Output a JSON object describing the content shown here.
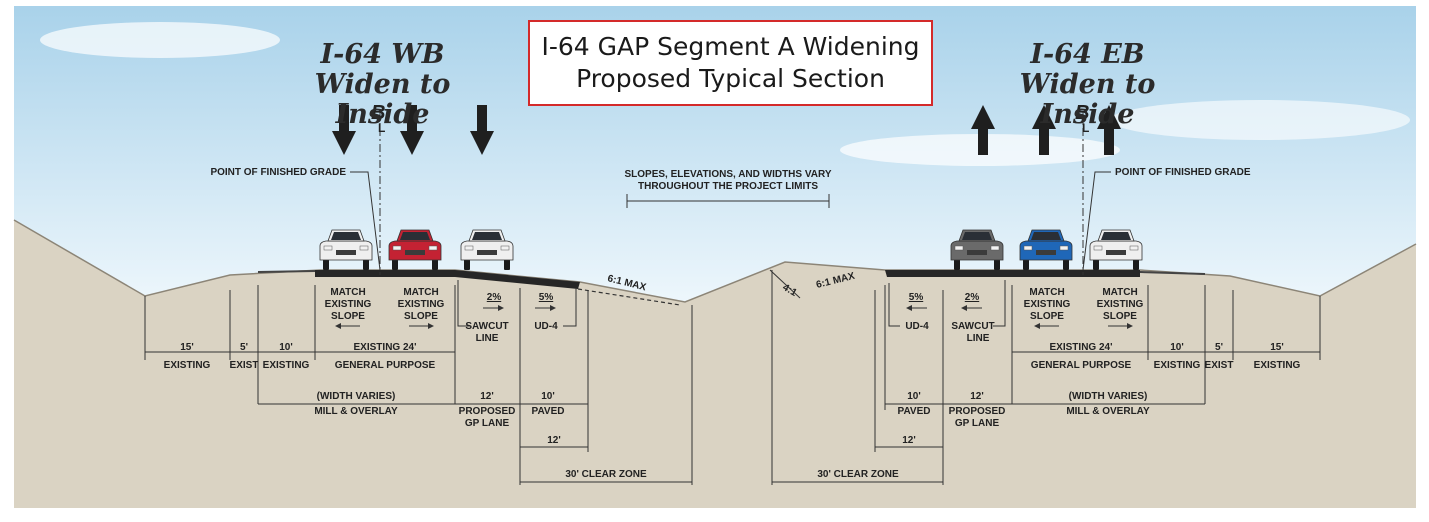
{
  "title": {
    "line1": "I-64 GAP Segment A Widening",
    "line2": "Proposed Typical Section"
  },
  "wb": {
    "title1": "I-64 WB",
    "title2": "Widen to Inside"
  },
  "eb": {
    "title1": "I-64 EB",
    "title2": "Widen to Inside"
  },
  "centerline": "B",
  "centerline_sub": "L",
  "finished_grade": "POINT OF FINISHED GRADE",
  "note": {
    "line1": "SLOPES, ELEVATIONS, AND WIDTHS VARY",
    "line2": "THROUGHOUT THE PROJECT LIMITS"
  },
  "slopes": {
    "max61": "6:1 MAX",
    "ratio41": "4:1",
    "pct2": "2%",
    "pct5": "5%"
  },
  "labels": {
    "match1": "MATCH",
    "match2": "EXISTING",
    "match3": "SLOPE",
    "sawcut1": "SAWCUT",
    "sawcut2": "LINE",
    "ud4": "UD-4",
    "existing24": "EXISTING 24'",
    "general_purpose": "GENERAL PURPOSE",
    "existing": "EXISTING",
    "exist": "EXIST",
    "w15": "15'",
    "w5": "5'",
    "w10": "10'",
    "w12": "12'",
    "width_varies": "(WIDTH VARIES)",
    "mill_overlay": "MILL & OVERLAY",
    "proposed1": "PROPOSED",
    "proposed2": "GP LANE",
    "paved": "PAVED",
    "clear_zone": "30' CLEAR ZONE"
  },
  "colors": {
    "sky_top": "#a9d2ea",
    "sky_bottom": "#eef7fc",
    "ground": "#dad3c3",
    "ground_edge": "#8c8577",
    "pavement": "#262626",
    "arrow": "#1f1f1f",
    "car_white": "#efefef",
    "car_red": "#c42233",
    "car_blue": "#1f67b8",
    "car_grey": "#6a6a6a",
    "title_border": "#d42a2a"
  }
}
